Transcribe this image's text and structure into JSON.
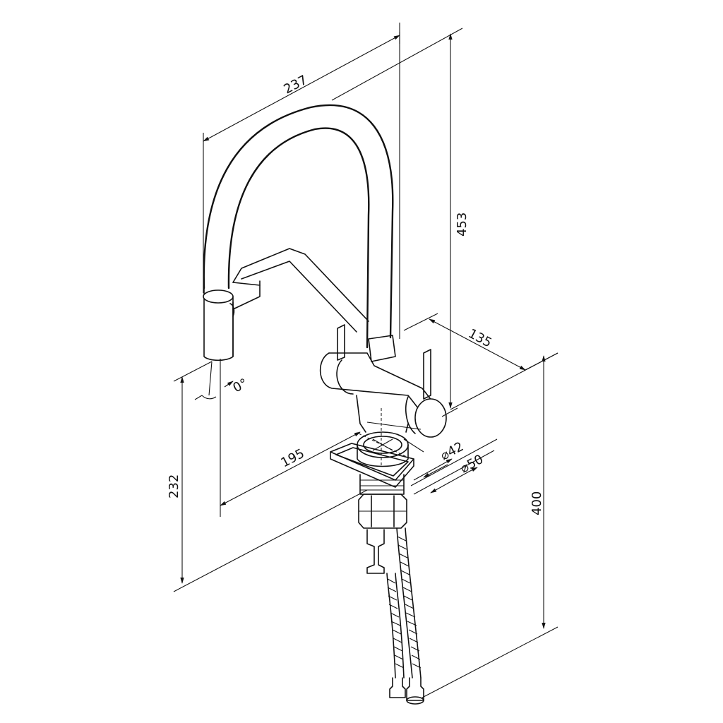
{
  "dimensions": {
    "spout_reach": "237",
    "total_height": "453",
    "body_depth": "135",
    "below_deck_height": "400",
    "outlet_height": "232",
    "outlet_reach": "195",
    "swivel_angle": "0°",
    "hole_diameter_min": "⌀42",
    "hole_diameter_max": "⌀50"
  },
  "colors": {
    "line": "#111111",
    "background": "#ffffff"
  }
}
